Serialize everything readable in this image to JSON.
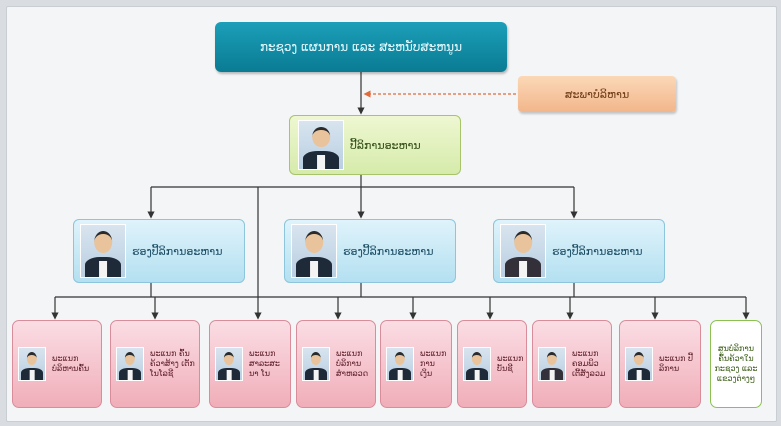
{
  "org_chart": {
    "top": {
      "label": "ກະຊວງ ແຜນການ ແລະ ສະຫນັບສະຫນູນ"
    },
    "advisory": {
      "label": "ສະພາບໍລິຫານ"
    },
    "director": {
      "label": "ປີ້ລິການອະຫານ"
    },
    "deputies": [
      {
        "label": "ຮອງປີ້ລິການອະຫານ"
      },
      {
        "label": "ຮອງປີ້ລິການອະຫານ"
      },
      {
        "label": "ຮອງປີ້ລິການອະຫານ"
      }
    ],
    "departments": [
      {
        "label": "ພະແນກ ບໍລິຫານຄົ້ນ"
      },
      {
        "label": "ພະແນກ ຄົ້ນຄ້ວາສ້າງ ເຕັກໂນໂລຊີ"
      },
      {
        "label": "ພະແນກ ສາລະສະ ນາ ໂນ"
      },
      {
        "label": "ພະແນກ ບໍລິການ ສຳຫລວດ"
      },
      {
        "label": "ພະແນກ ການເງິນ"
      },
      {
        "label": "ພະແນກ ບັນຊີ"
      },
      {
        "label": "ພະແນກ ຄອມພິວ ເຕີ້ສັງລວມ"
      },
      {
        "label": "ພະແນກ ປີ້ລິການ"
      },
      {
        "label": "ສູນບໍລິການ ຄົ້ນຄ້ວາໃນ ກະຊວງ ແລະ ແຂວງຕ່າງໆ"
      }
    ]
  }
}
